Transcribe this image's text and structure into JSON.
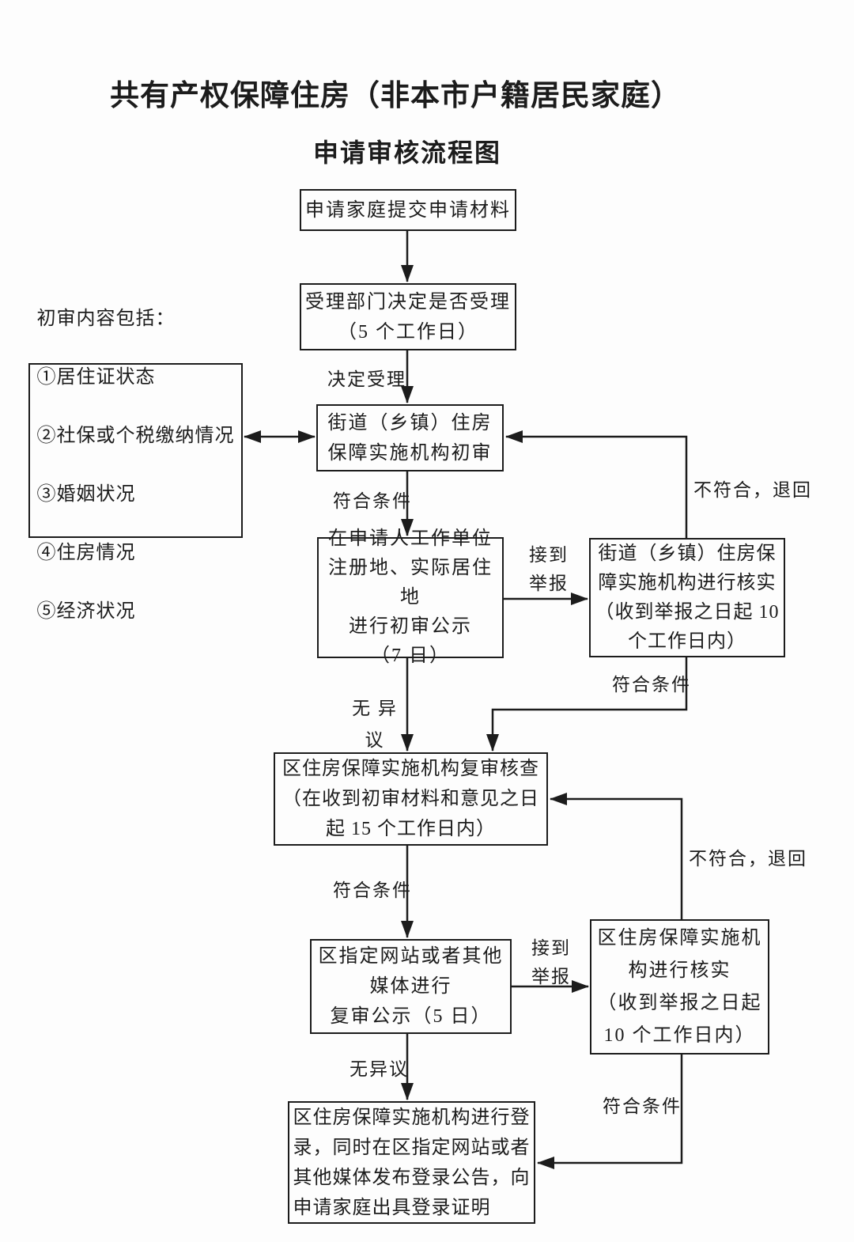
{
  "title": {
    "line1": "共有产权保障住房（非本市户籍居民家庭）",
    "line2": "申请审核流程图"
  },
  "boxes": {
    "submit": {
      "text": "申请家庭提交申请材料"
    },
    "accept": {
      "text": "受理部门决定是否受理\n（5 个工作日）"
    },
    "street_initial": {
      "text": "街道（乡镇）住房\n保障实施机构初审"
    },
    "initial_content": {
      "lines": [
        "初审内容包括：",
        "①居住证状态",
        "②社保或个税缴纳情况",
        "③婚姻状况",
        "④住房情况",
        "⑤经济状况"
      ]
    },
    "initial_publicity": {
      "text": "在申请人工作单位\n注册地、实际居住地\n进行初审公示\n（7 日）"
    },
    "street_verify": {
      "text": "街道（乡镇）住房保\n障实施机构进行核实\n（收到举报之日起 10\n个工作日内）"
    },
    "district_review": {
      "text": "区住房保障实施机构复审核查\n（在收到初审材料和意见之日\n起 15 个工作日内）"
    },
    "review_publicity": {
      "text": "区指定网站或者其他\n媒体进行\n复审公示（5 日）"
    },
    "district_verify": {
      "text": "区住房保障实施机\n构进行核实\n（收到举报之日起\n10 个工作日内）"
    },
    "registration": {
      "text": "区住房保障实施机构进行登\n录，同时在区指定网站或者\n其他媒体发布登录公告，向\n申请家庭出具登录证明"
    }
  },
  "labels": {
    "decide_accept": "决定受理",
    "meets_1": "符合条件",
    "report_1": "接到\n举报",
    "reject_1": "不符合，退回",
    "meets_2": "符合条件",
    "no_objection_1": "无 异\n议",
    "meets_3": "符合条件",
    "report_2": "接到\n举报",
    "reject_2": "不符合，退回",
    "meets_4": "符合条件",
    "no_objection_2": "无异议"
  },
  "colors": {
    "ink": "#1c1c1c",
    "background": "#fdfdfd"
  }
}
